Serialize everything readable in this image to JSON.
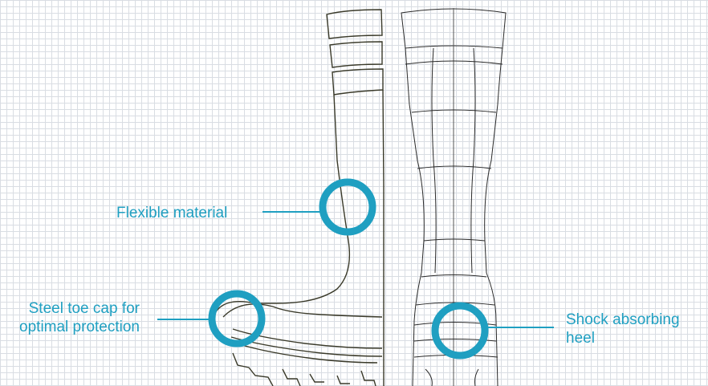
{
  "callouts": {
    "flexible_material": "Flexible material",
    "steel_toe_line1": "Steel toe cap for",
    "steel_toe_line2": "optimal protection",
    "shock_heel_line1": "Shock absorbing",
    "shock_heel_line2": "heel"
  },
  "colors": {
    "accent": "#1f9fc1",
    "outline": "#3a3a2a",
    "grid": "#d9dde3"
  }
}
